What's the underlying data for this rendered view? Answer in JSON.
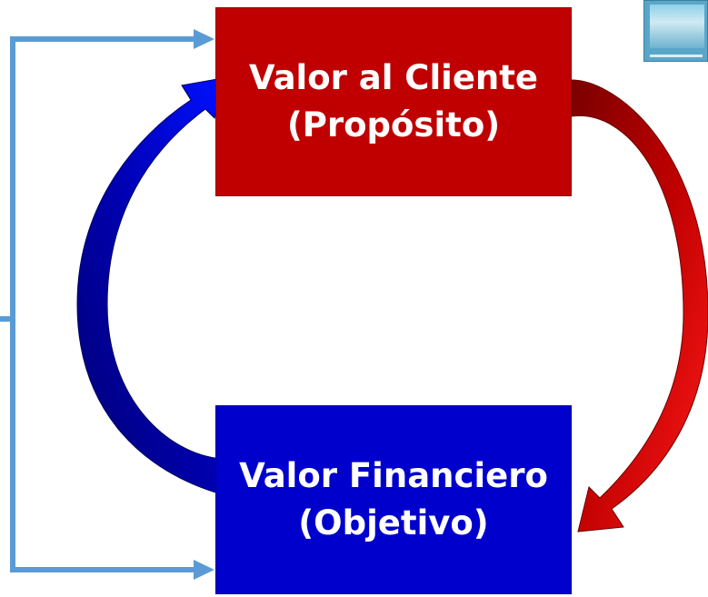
{
  "top_box": {
    "line1": "Valor al Cliente",
    "line2": "(Propósito)",
    "color": "#c00000"
  },
  "bottom_box": {
    "line1": "Valor Financiero",
    "line2": "(Objetivo)",
    "color": "#0000cc"
  },
  "arrows": {
    "red_curved": {
      "color": "#c00000",
      "from": "top_box",
      "to": "bottom_box"
    },
    "blue_curved": {
      "color": "#0000cc",
      "from": "bottom_box",
      "to": "top_box"
    },
    "light_blue_bracket": {
      "color": "#5b9bd5",
      "to": [
        "top_box",
        "bottom_box"
      ]
    }
  },
  "thumbnail": {
    "icon": "slide-thumbnail-image"
  }
}
